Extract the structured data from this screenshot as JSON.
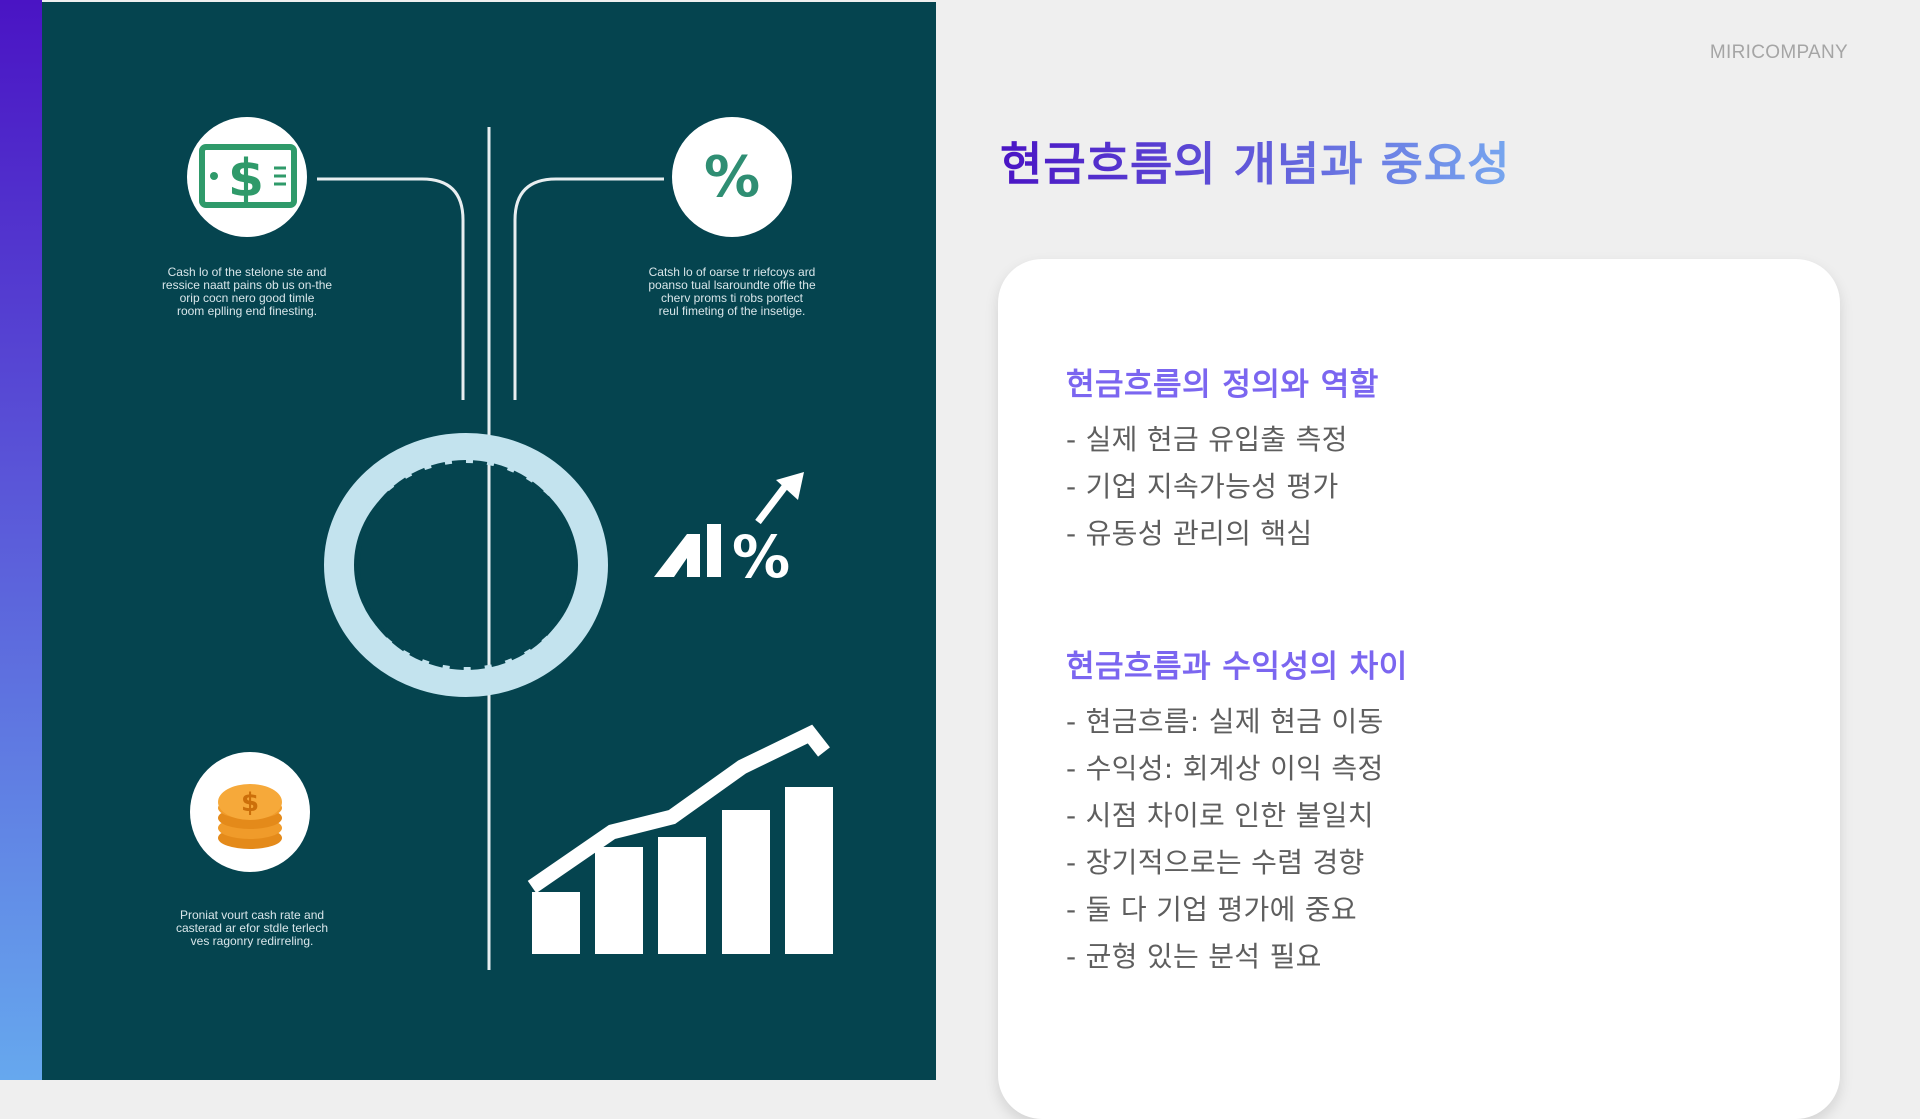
{
  "brand": "MIRICOMPANY",
  "title": "현금흐름의 개념과 중요성",
  "colors": {
    "title_start": "#4a14c4",
    "title_end": "#77a7ef",
    "heading": "#7b66f0",
    "illustration_bg": "#05444f"
  },
  "illustration": {
    "captions": {
      "cash": "Cash lo of the stelone ste and\nressice naatt pains ob us on-the\norip cocn nero good timle\nroom eplling end finesting.",
      "percent": "Catsh lo of oarse tr riefcoys ard\npoanso tual lsaroundte offie the\ncherv proms ti robs portect\nreul fimeting of the insetige.",
      "coin": "Proniat vourt cash rate and\ncasterad ar efor stdle terlech\nves ragonry redirreling."
    },
    "icons": [
      "dollar-bill-icon",
      "percent-icon",
      "cash-cycle-ring",
      "growth-percent-icon",
      "coin-stack-icon",
      "rising-bar-chart-icon"
    ]
  },
  "sections": [
    {
      "heading": "현금흐름의 정의와 역할",
      "items": [
        "- 실제 현금 유입출 측정",
        "- 기업 지속가능성 평가",
        "- 유동성 관리의 핵심"
      ]
    },
    {
      "heading": "현금흐름과 수익성의 차이",
      "items": [
        "- 현금흐름: 실제 현금 이동",
        "- 수익성: 회계상 이익 측정",
        "- 시점 차이로 인한 불일치",
        "- 장기적으로는 수렴 경향",
        "- 둘 다 기업 평가에 중요",
        "- 균형 있는 분석 필요"
      ]
    }
  ]
}
